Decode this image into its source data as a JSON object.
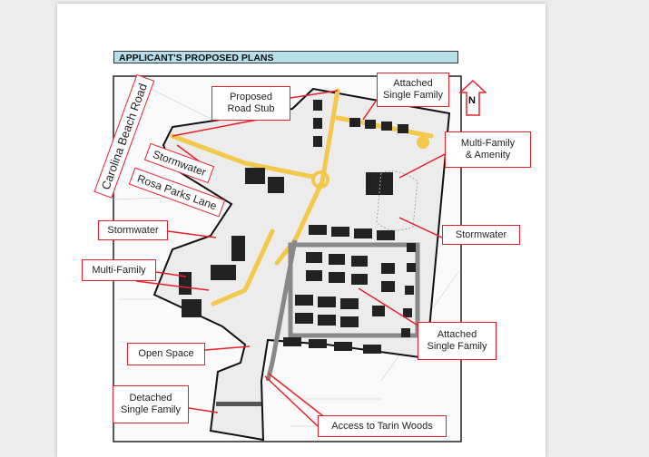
{
  "section_header": "APPLICANT'S PROPOSED PLANS",
  "north_label": "N",
  "labels": {
    "carolina_beach_road": "Carolina Beach Road",
    "proposed_road_stub": [
      "Proposed",
      "Road Stub"
    ],
    "attached_sf_top": [
      "Attached",
      "Single Family"
    ],
    "multi_family_amenity": [
      "Multi-Family",
      "& Amenity"
    ],
    "stormwater_rotated": "Stormwater",
    "rosa_parks_lane": "Rosa Parks Lane",
    "stormwater_left": "Stormwater",
    "stormwater_right": "Stormwater",
    "multi_family": "Multi-Family",
    "attached_sf_bottom": [
      "Attached",
      "Single Family"
    ],
    "open_space": "Open Space",
    "detached_sf": [
      "Detached",
      "Single Family"
    ],
    "access_tarin_woods": "Access to Tarin Woods"
  },
  "colors": {
    "callout": "#e8202a",
    "header_bg": "#b7dfe8",
    "road": "#f2c94c"
  }
}
